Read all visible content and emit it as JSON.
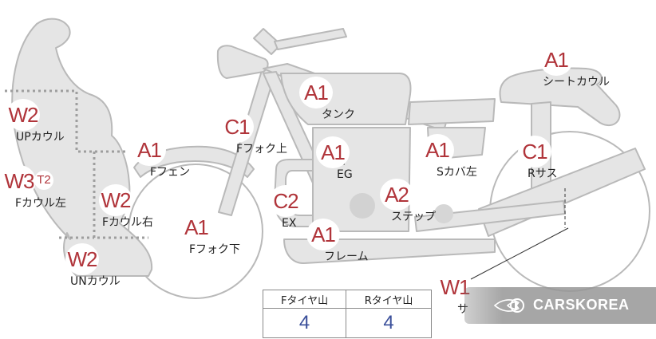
{
  "colors": {
    "body_fill": "#e5e5e5",
    "outline": "#b9b9b9",
    "grade_text": "#b0343a",
    "tread_text": "#3a4f9a",
    "dotted_divider": "#9e9e9e"
  },
  "parts": {
    "up_cowl": {
      "grade": "W2",
      "name": "UPカウル"
    },
    "f_cowl_left": {
      "grade": "W3",
      "sub_grade": "T2",
      "name": "Fカウル左"
    },
    "f_cowl_right": {
      "grade": "W2",
      "name": "Fカウル右"
    },
    "un_cowl": {
      "grade": "W2",
      "name": "UNカウル"
    },
    "f_fender": {
      "grade": "A1",
      "name": "Fフェン"
    },
    "f_fork_upper": {
      "grade": "C1",
      "name": "Fフォク上"
    },
    "f_fork_lower": {
      "grade": "A1",
      "name": "Fフォク下"
    },
    "tank": {
      "grade": "A1",
      "name": "タンク"
    },
    "engine": {
      "grade": "A1",
      "name": "EG"
    },
    "exhaust": {
      "grade": "C2",
      "name": "EX"
    },
    "frame": {
      "grade": "A1",
      "name": "フレーム"
    },
    "step": {
      "grade": "A2",
      "name": "ステップ"
    },
    "side_cover_left": {
      "grade": "A1",
      "name": "Sカバ左"
    },
    "rear_suspension": {
      "grade": "C1",
      "name": "Rサス"
    },
    "seat_cowl": {
      "grade": "A1",
      "name": "シートカウル"
    },
    "silencer": {
      "grade": "W1",
      "name": "サ"
    }
  },
  "tread_table": {
    "headers": [
      "Fタイヤ山",
      "Rタイヤ山"
    ],
    "values": [
      "4",
      "4"
    ]
  },
  "watermark": {
    "text": "CARSKOREA",
    "icon": "flame-logo-icon"
  }
}
